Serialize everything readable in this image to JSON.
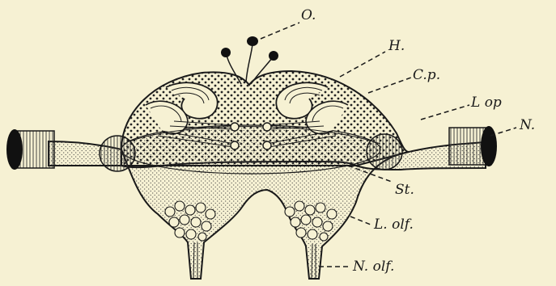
{
  "figure": {
    "background": "#f6f1d3",
    "ink": "#1a1a1a",
    "stipple": "#3a3a3a"
  },
  "labels": {
    "ocelli": "O.",
    "heart": "H.",
    "corpora_pedunculata": "C.p.",
    "optic_lobe": "L op",
    "nerve": "N.",
    "stalk": "St.",
    "olfactory_lobe": "L. olf.",
    "olfactory_nerve": "N. olf."
  }
}
